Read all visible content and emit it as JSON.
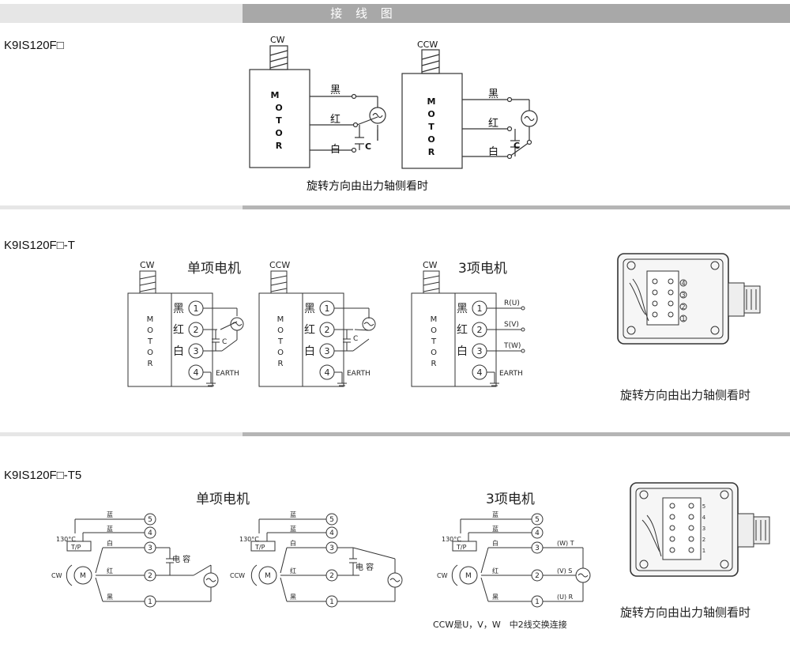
{
  "header": {
    "title": "接 线 图"
  },
  "sections": {
    "s1": {
      "model": "K9IS120F□"
    },
    "s2": {
      "model": "K9IS120F□-T"
    },
    "s3": {
      "model": "K9IS120F□-T5"
    }
  },
  "labels": {
    "cw": "CW",
    "ccw": "CCW",
    "motor_letters": [
      "M",
      "O",
      "T",
      "O",
      "R"
    ],
    "black": "黑",
    "red": "红",
    "white": "白",
    "blue": "蓝",
    "cap": "C",
    "earth": "EARTH",
    "view_note": "旋转方向由出力轴侧看时",
    "single_phase": "单项电机",
    "three_phase": "3项电机",
    "r_u": "R(U)",
    "s_v": "S(V)",
    "t_w": "T(W)",
    "temp": "130°C",
    "tp": "T/P",
    "cap_cn": "电 容",
    "m": "M",
    "w_t": "(W) T",
    "v_s": "(V) S",
    "u_r": "(U) R",
    "n1": "1",
    "n2": "2",
    "n3": "3",
    "n4": "4",
    "n5": "5",
    "swap_note": "CCW是U，V，W　中2线交换连接"
  },
  "colors": {
    "line": "#333333",
    "header_bar": "#a8a8a8",
    "header_light": "#e6e6e6"
  }
}
